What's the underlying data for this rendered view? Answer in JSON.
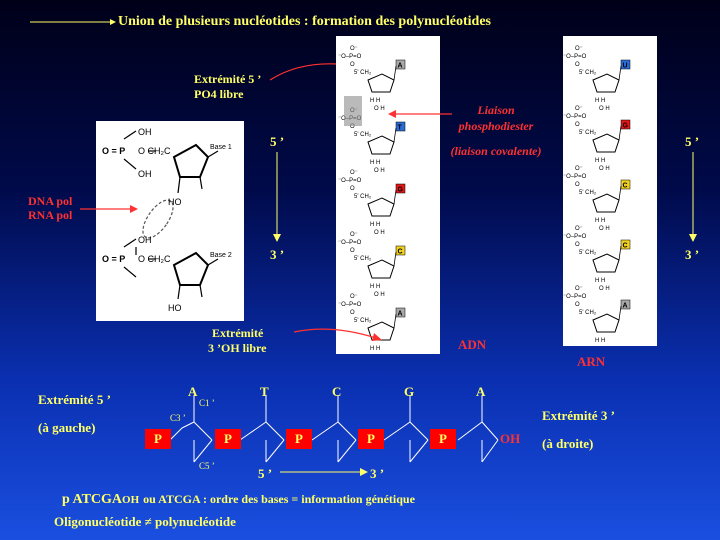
{
  "title": "Union de plusieurs nucléotides : formation des polynucléotides",
  "labels": {
    "extremite5_line1": "Extrémité 5 ’",
    "extremite5_line2": "PO4 libre",
    "dna_pol": "DNA pol",
    "rna_pol": "RNA pol",
    "liaison_line1": "Liaison",
    "liaison_line2": "phosphodiester",
    "liaison_line3": "(liaison covalente)",
    "extremite3_line1": "Extrémité",
    "extremite3_line2": "3 ’OH libre",
    "adn": "ADN",
    "arn": "ARN",
    "mid_5": "5 ’",
    "mid_3": "3 ’",
    "right_5": "5 ’",
    "right_3": "3 ’"
  },
  "left_structure": {
    "top_oh": "OH",
    "top_p": "O = P",
    "top_och2c": "O CH₂C",
    "top_base": "Base 1",
    "top_oh2": "OH",
    "mid_ho": "HO",
    "bot_oh": "OH",
    "bot_p": "O = P",
    "bot_och2c": "O CH₂C",
    "bot_base": "Base 2",
    "bot_ho": "HO"
  },
  "adn_bases": [
    "A",
    "T",
    "G",
    "C",
    "A"
  ],
  "arn_bases": [
    "U",
    "G",
    "C",
    "C",
    "A"
  ],
  "bottom": {
    "ext5_line1": "Extrémité 5 ’",
    "ext5_line2": "(à gauche)",
    "ext3_line1": "Extrémité 3 ’",
    "ext3_line2": "(à droite)",
    "bases": [
      "A",
      "T",
      "C",
      "G",
      "A"
    ],
    "phosphates": [
      "P",
      "P",
      "P",
      "P",
      "P"
    ],
    "oh": "OH",
    "c1": "C1 ’",
    "c3": "C3 ’",
    "c5": "C5 ’",
    "dir5": "5 ’",
    "dir3": "3 ’",
    "seq_line": "ou ATCGA : ordre des bases = information génétique",
    "seq_p": "p ATCGA",
    "seq_oh": "OH",
    "oligo": "Oligonucléotide ≠ polynucléotide"
  },
  "colors": {
    "accent_yellow": "#ffff66",
    "red": "#ff3030",
    "base_A": "#a8a8a8",
    "base_T": "#2a6bd6",
    "base_U": "#2a6bd6",
    "base_G": "#e01818",
    "base_C": "#f0d020"
  }
}
